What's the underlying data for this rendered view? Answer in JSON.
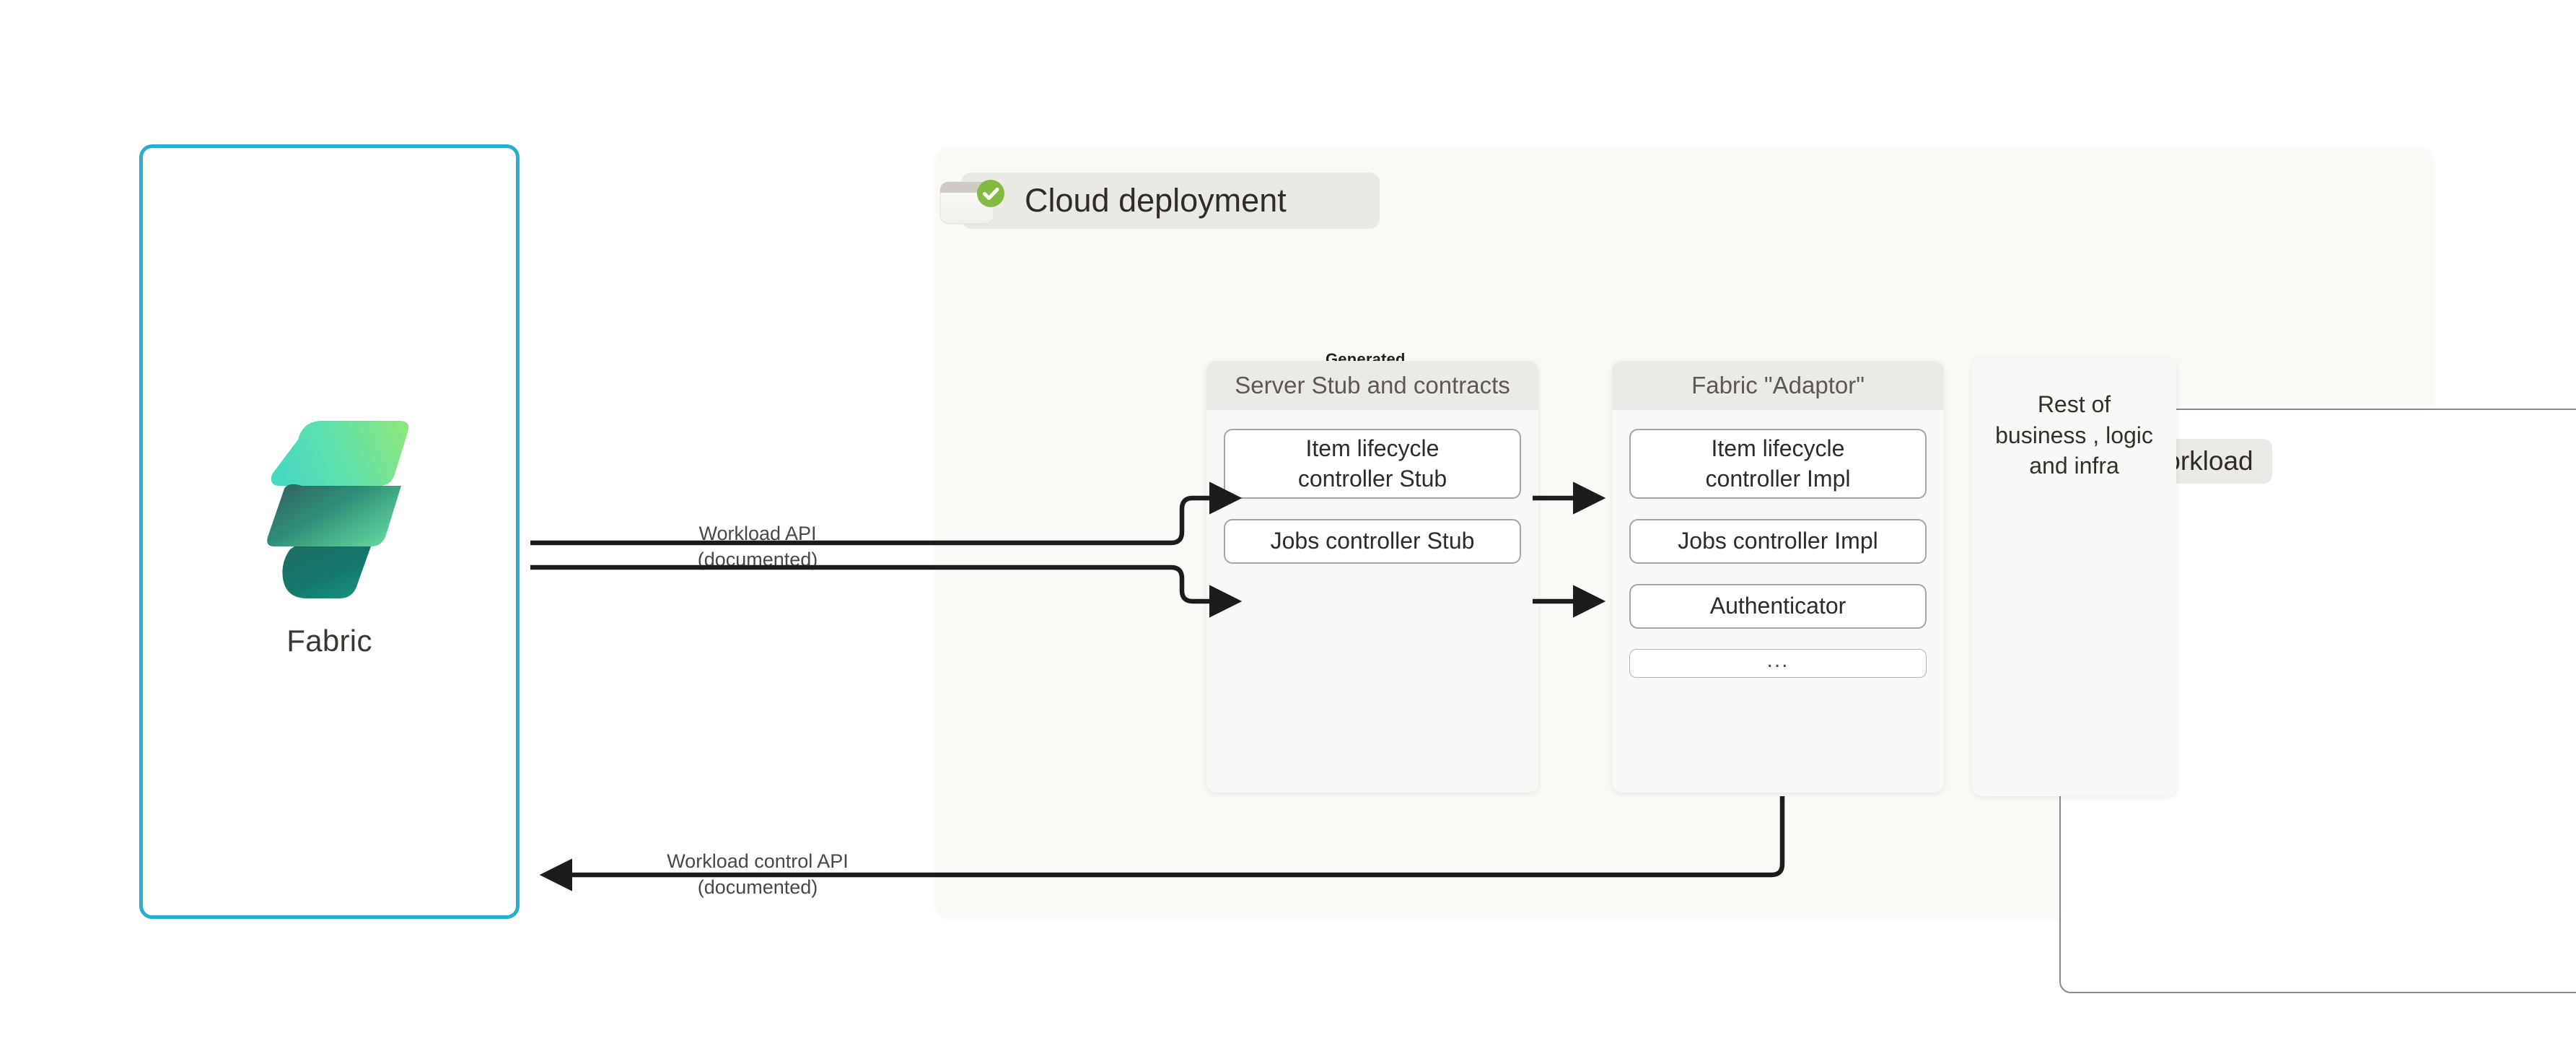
{
  "fabric_panel": {
    "label": "Fabric",
    "logo_icon": "fabric-logo-icon",
    "border_color": "#29ADD0"
  },
  "cloud": {
    "title": "Cloud deployment",
    "status_icon": "window-check-icon",
    "status_badge_color": "#84B942",
    "background_color": "#FAF9F6"
  },
  "workload": {
    "title": "Workload",
    "icon": "workload-sparkle-icon",
    "generated_label": "Generated",
    "panels": [
      {
        "id": "server-stub",
        "header": "Server Stub and contracts",
        "items": [
          {
            "label": "Item lifecycle\ncontroller Stub",
            "lines": [
              "Item lifecycle",
              "controller Stub"
            ],
            "style": "two-line"
          },
          {
            "label": "Jobs controller Stub",
            "lines": [
              "Jobs controller Stub"
            ],
            "style": "one-line"
          }
        ]
      },
      {
        "id": "fabric-adaptor",
        "header": "Fabric \"Adaptor\"",
        "items": [
          {
            "label": "Item lifecycle\ncontroller Impl",
            "lines": [
              "Item lifecycle",
              "controller Impl"
            ],
            "style": "two-line"
          },
          {
            "label": "Jobs controller Impl",
            "lines": [
              "Jobs controller Impl"
            ],
            "style": "one-line"
          },
          {
            "label": "Authenticator",
            "lines": [
              "Authenticator"
            ],
            "style": "one-line"
          },
          {
            "label": "...",
            "lines": [
              "..."
            ],
            "style": "ellipsis"
          }
        ]
      }
    ],
    "rest_box": {
      "lines": [
        "Rest of",
        "business , logic",
        "and infra"
      ],
      "text": "Rest of business , logic and infra"
    }
  },
  "connectors": [
    {
      "id": "workload-api",
      "title": "Workload API",
      "subtitle": "(documented)",
      "direction": "right",
      "targets": [
        "Item lifecycle controller Stub",
        "Jobs controller Stub"
      ]
    },
    {
      "id": "workload-control-api",
      "title": "Workload control API",
      "subtitle": "(documented)",
      "direction": "left",
      "source": "Fabric \"Adaptor\""
    },
    {
      "id": "stub-to-impl-item",
      "direction": "right"
    },
    {
      "id": "stub-to-impl-jobs",
      "direction": "right"
    }
  ]
}
